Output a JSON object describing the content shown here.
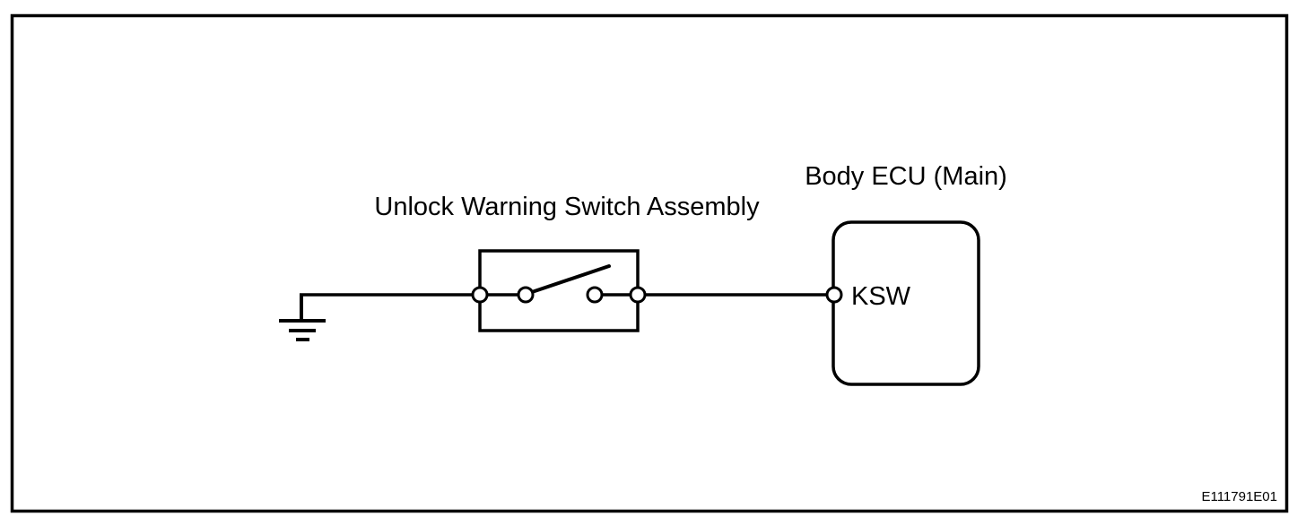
{
  "diagram": {
    "type": "wiring-diagram",
    "labels": {
      "switch_assembly": "Unlock Warning Switch Assembly",
      "ecu": "Body ECU (Main)",
      "ecu_terminal": "KSW",
      "figure_code": "E111791E01"
    },
    "components": [
      {
        "id": "ground",
        "kind": "ground-symbol"
      },
      {
        "id": "unlock-warning-switch",
        "kind": "open-switch",
        "label": "Unlock Warning Switch Assembly",
        "terminals": 4
      },
      {
        "id": "body-ecu-main",
        "kind": "ecu-block",
        "label": "Body ECU (Main)",
        "terminal": "KSW"
      }
    ],
    "connections": [
      {
        "from": "ground",
        "to": "unlock-warning-switch"
      },
      {
        "from": "unlock-warning-switch",
        "to": "body-ecu-main.KSW"
      }
    ],
    "colors": {
      "line": "#000000",
      "background": "#ffffff"
    }
  }
}
